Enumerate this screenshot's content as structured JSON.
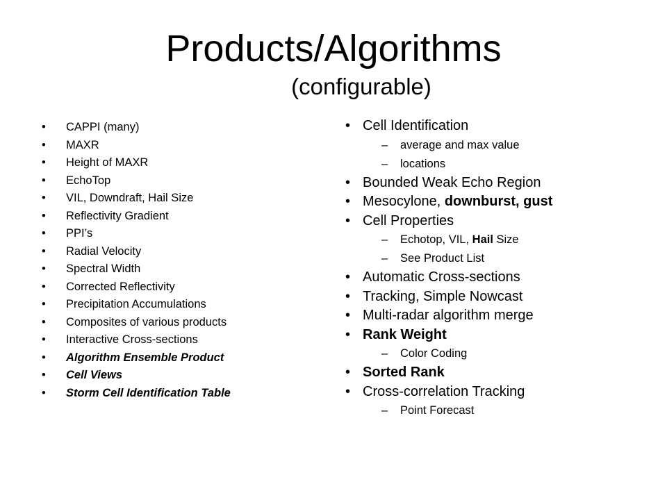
{
  "slide": {
    "title": "Products/Algorithms",
    "subtitle": "(configurable)",
    "bullet_symbol": "•",
    "dash_symbol": "–",
    "left_items": [
      "CAPPI (many)",
      "MAXR",
      "Height of MAXR",
      "EchoTop",
      "VIL, Downdraft, Hail Size",
      "Reflectivity Gradient",
      "PPI’s",
      "Radial Velocity",
      "Spectral Width",
      "Corrected Reflectivity",
      "Precipitation Accumulations",
      "Composites of various products",
      "Interactive Cross-sections",
      "Algorithm Ensemble Product",
      "Cell Views",
      "Storm Cell Identification Table"
    ],
    "right": {
      "cell_identification": "Cell Identification",
      "average_max": "average and max value",
      "locations": "locations",
      "bwer": "Bounded Weak Echo Region",
      "mesocyclone_a": "Mesocylone, ",
      "mesocyclone_b": "downburst, gust",
      "cell_properties": "Cell Properties",
      "echotop_a": "Echotop, VIL, ",
      "echotop_b": "Hail",
      "echotop_c": " Size",
      "see_product_list": "See Product List",
      "auto_cross": "Automatic Cross-sections",
      "tracking": "Tracking, Simple Nowcast",
      "multi_radar": "Multi-radar algorithm merge",
      "rank_weight": "Rank Weight",
      "color_coding": "Color Coding",
      "sorted_rank": "Sorted Rank",
      "cross_corr": "Cross-correlation Tracking",
      "point_forecast": "Point Forecast"
    }
  }
}
